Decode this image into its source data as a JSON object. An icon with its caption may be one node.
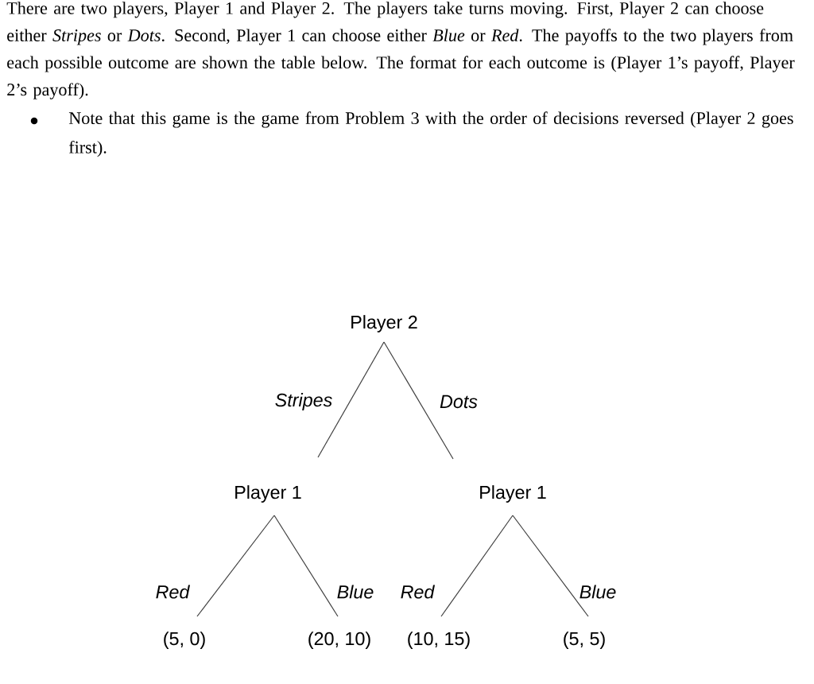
{
  "diagram": {
    "nodes": [
      {
        "text": [
          "Player 2"
        ]
      },
      {
        "text": [
          "Player 1"
        ]
      },
      {
        "text": [
          "Player 1"
        ]
      },
      {
        "text": [
          "(5, 0)"
        ]
      },
      {
        "text": [
          "(20, 10)"
        ]
      },
      {
        "text": [
          "(10, 15)"
        ]
      },
      {
        "text": [
          "(5, 5)"
        ]
      }
    ],
    "edges": [
      {
        "from": 0,
        "to": 1,
        "arrow": "none",
        "label": "Stripes"
      },
      {
        "from": 0,
        "to": 2,
        "arrow": "none",
        "label": "Dots"
      },
      {
        "from": 1,
        "to": 3,
        "arrow": "none",
        "label": "Red"
      },
      {
        "from": 1,
        "to": 4,
        "arrow": "none",
        "label": "Blue"
      },
      {
        "from": 2,
        "to": 5,
        "arrow": "none",
        "label": "Red"
      },
      {
        "from": 2,
        "to": 6,
        "arrow": "none",
        "label": "Blue"
      }
    ],
    "labels": [
      "There are two players, Player 1 and Player 2. The players take turns moving. First, Player 2 can choose either *Stripes* or *Dots*. Second, Player 1 can choose either *Blue* or *Red*. The payoffs to the two players from each possible outcome are shown the table below. The format for each outcome is (Player 1’s payoff, Player 2’s payoff).",
      "Note that this game is the game from Problem 3 with the order of decisions reversed (Player 2 goes first)."
    ]
  }
}
